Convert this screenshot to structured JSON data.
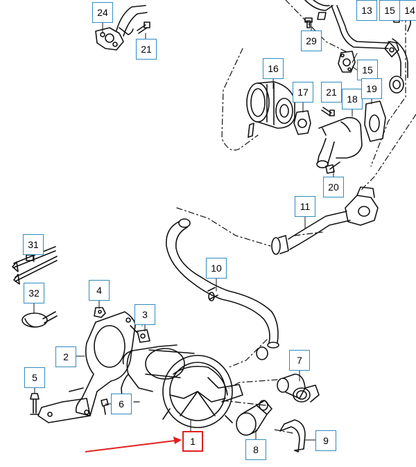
{
  "diagram": {
    "type": "exploded-parts-diagram",
    "colors": {
      "line": "#111111",
      "callout_border": "#2e8bc0",
      "highlight": "#e02020",
      "background": "#ffffff"
    },
    "callouts": [
      {
        "id": "c1",
        "text": "1",
        "highlight": true
      },
      {
        "id": "c2",
        "text": "2"
      },
      {
        "id": "c3",
        "text": "3"
      },
      {
        "id": "c4",
        "text": "4"
      },
      {
        "id": "c5",
        "text": "5"
      },
      {
        "id": "c6",
        "text": "6"
      },
      {
        "id": "c7",
        "text": "7"
      },
      {
        "id": "c8",
        "text": "8"
      },
      {
        "id": "c9",
        "text": "9"
      },
      {
        "id": "c10",
        "text": "10"
      },
      {
        "id": "c11",
        "text": "11"
      },
      {
        "id": "c13",
        "text": "13"
      },
      {
        "id": "c14",
        "text": "14"
      },
      {
        "id": "c15a",
        "text": "15"
      },
      {
        "id": "c15b",
        "text": "15"
      },
      {
        "id": "c16",
        "text": "16"
      },
      {
        "id": "c17",
        "text": "17"
      },
      {
        "id": "c18",
        "text": "18"
      },
      {
        "id": "c19",
        "text": "19"
      },
      {
        "id": "c20",
        "text": "20"
      },
      {
        "id": "c21a",
        "text": "21"
      },
      {
        "id": "c21b",
        "text": "21"
      },
      {
        "id": "c24",
        "text": "24"
      },
      {
        "id": "c29",
        "text": "29"
      },
      {
        "id": "c31",
        "text": "31"
      },
      {
        "id": "c32",
        "text": "32"
      }
    ]
  }
}
